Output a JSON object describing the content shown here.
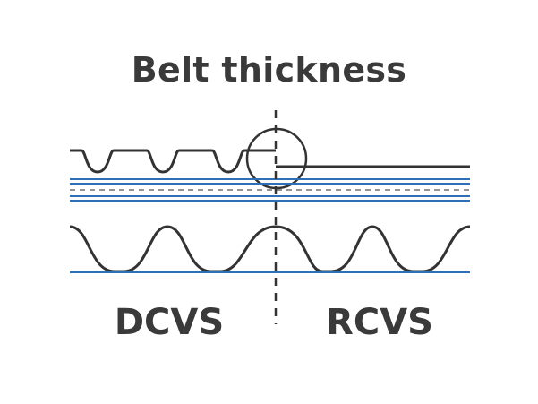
{
  "title": "Belt thickness",
  "labels": {
    "left": "DCVS",
    "right": "RCVS"
  },
  "colors": {
    "outline": "#333333",
    "belt_lines": "#2f6fb5",
    "text": "#3a3a3a",
    "background": "#ffffff"
  }
}
